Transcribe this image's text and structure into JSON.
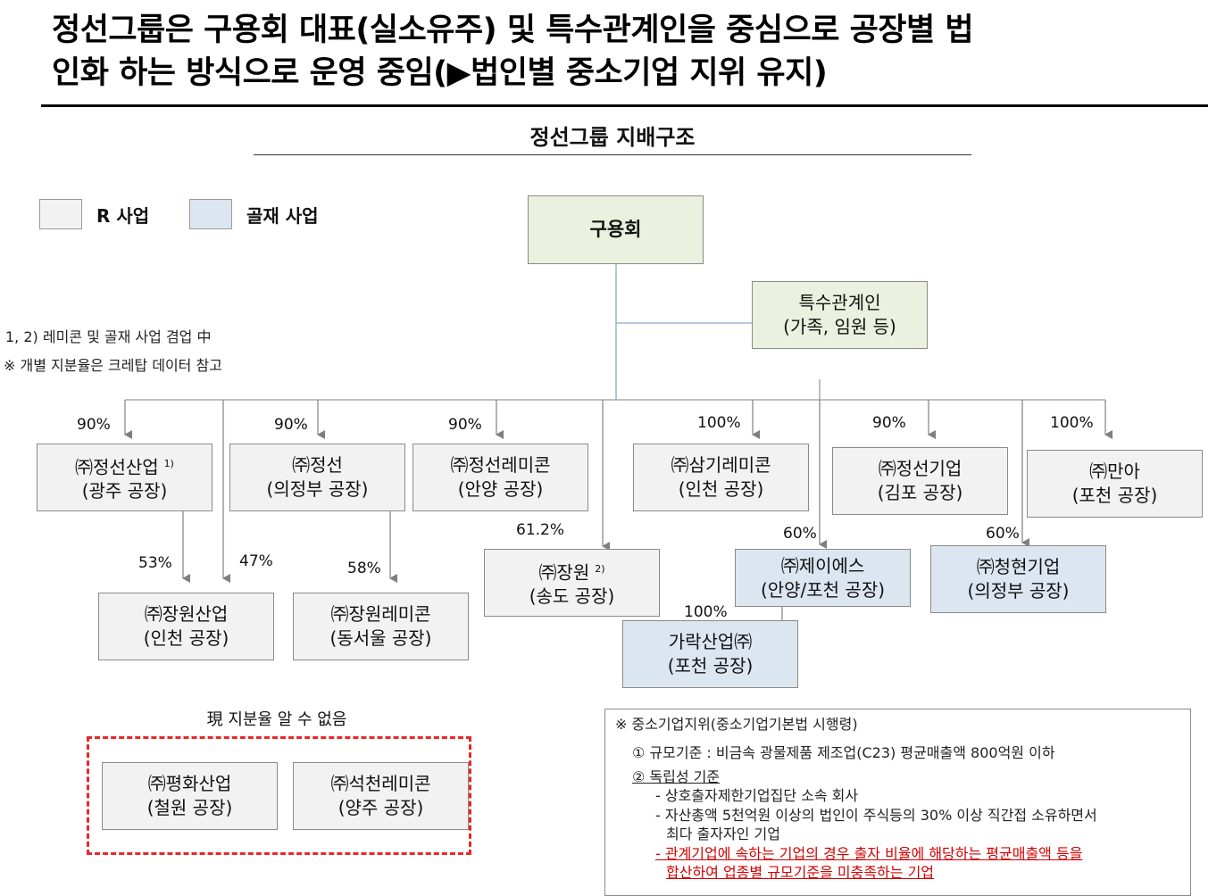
{
  "title": "정선그룹은 구용회 대표(실소유주) 및 특수관계인을 중심으로 공장별 법\n인화 하는 방식으로 운영 중임(▶법인별 중소기업 지위 유지)",
  "subtitle": "정선그룹 지배구조",
  "legend": {
    "r_business": {
      "label": "R 사업",
      "color": "#f2f2f2"
    },
    "aggregate_business": {
      "label": "골재 사업",
      "color": "#dce6f1"
    }
  },
  "notes": {
    "line1": "1, 2) 레미콘 및 골재 사업 겸업 中",
    "line2": "※ 개별 지분율은 크레탑 데이터 참고"
  },
  "root": {
    "name": "구용회"
  },
  "related": {
    "line1": "특수관계인",
    "line2": "(가족, 임원 등)"
  },
  "companies": {
    "jungsun_sanup": {
      "name": "㈜정선산업",
      "sup": "1)",
      "location": "(광주 공장)",
      "pct": "90%"
    },
    "jungsun": {
      "name": "㈜정선",
      "location": "(의정부 공장)",
      "pct": "90%"
    },
    "jungsun_remicon": {
      "name": "㈜정선레미콘",
      "location": "(안양 공장)",
      "pct": "90%"
    },
    "samgi_remicon": {
      "name": "㈜삼기레미콘",
      "location": "(인천 공장)",
      "pct": "100%"
    },
    "jungsun_giup": {
      "name": "㈜정선기업",
      "location": "(김포 공장)",
      "pct": "90%"
    },
    "manha": {
      "name": "㈜만아",
      "location": "(포천 공장)",
      "pct": "100%"
    },
    "jangwon": {
      "name": "㈜장원",
      "sup": "2)",
      "location": "(송도 공장)",
      "pct": "61.2%"
    },
    "jayes": {
      "name": "㈜제이에스",
      "location": "(안양/포천 공장)",
      "pct": "60%"
    },
    "cheonghyeon": {
      "name": "㈜청현기업",
      "location": "(의정부 공장)",
      "pct": "60%"
    },
    "jangwon_sanup": {
      "name": "㈜장원산업",
      "location": "(인천 공장)",
      "pct_a": "53%",
      "pct_b": "47%"
    },
    "jangwon_remicon": {
      "name": "㈜장원레미콘",
      "location": "(동서울 공장)",
      "pct": "58%"
    },
    "garak": {
      "name": "가락산업㈜",
      "location": "(포천 공장)",
      "pct": "100%"
    }
  },
  "unknown": {
    "caption": "現 지분율 알 수 없음",
    "pyeonghwa": {
      "name": "㈜평화산업",
      "location": "(철원 공장)"
    },
    "seokcheon": {
      "name": "㈜석천레미콘",
      "location": "(양주 공장)"
    }
  },
  "sme_status": {
    "heading": "※ 중소기업지위(중소기업기본법 시행령)",
    "criterion1": "① 규모기준 : 비금속 광물제품 제조업(C23) 평균매출액 800억원 이하",
    "criterion2_label": "② 독립성 기준",
    "item1": "- 상호출자제한기업집단 소속 회사",
    "item2a": "- 자산총액 5천억원 이상의 법인이 주식등의 30% 이상 직간접 소유하면서",
    "item2b": "최다 출자자인 기업",
    "item3a": "- 관계기업에 속하는 기업의 경우 출자 비율에 해당하는 평균매출액 등을",
    "item3b": "합산하여 업종별 규모기준을 미충족하는 기업"
  }
}
